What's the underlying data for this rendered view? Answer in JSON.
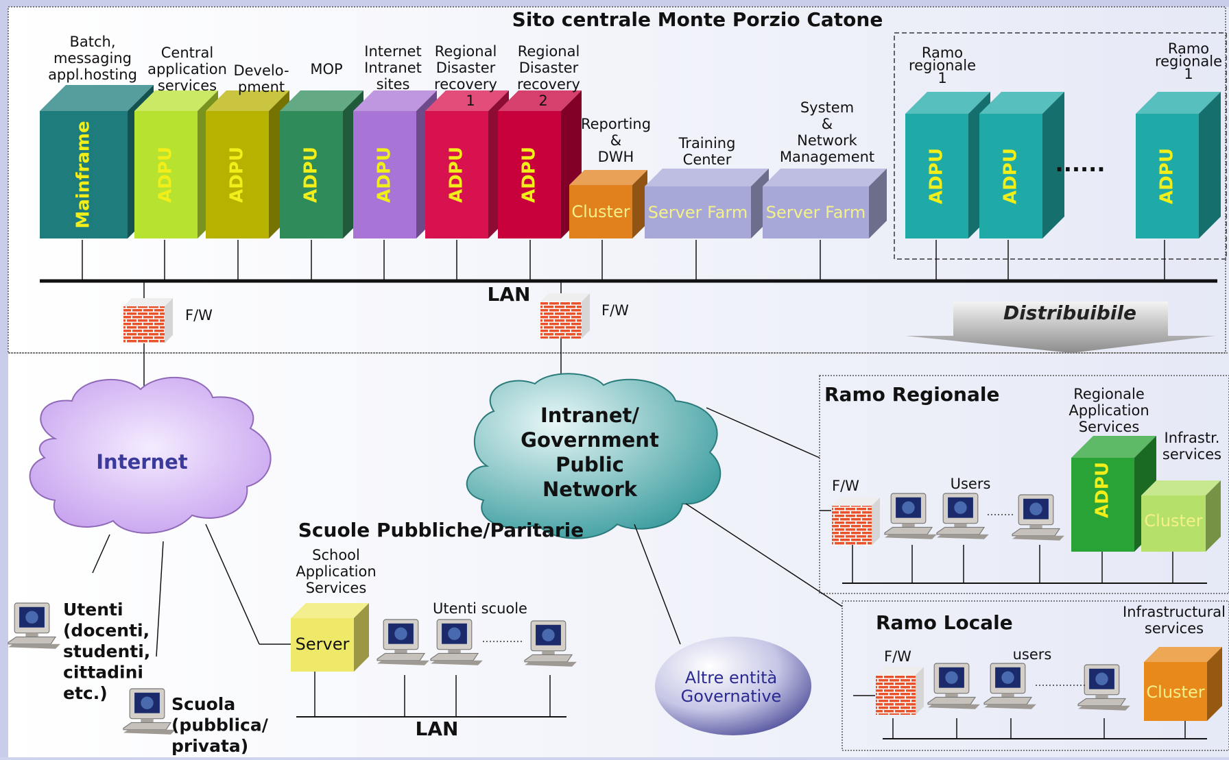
{
  "title": "Sito centrale Monte Porzio Catone",
  "central_units": [
    {
      "caption": "Batch,\nmessaging\nappl.hosting",
      "label": "Mainframe",
      "color": "#1e7c7c"
    },
    {
      "caption": "Central\napplication\nservices",
      "label": "ADPU",
      "color": "#b8e230"
    },
    {
      "caption": "Develo-\npment",
      "label": "ADPU",
      "color": "#b7b100"
    },
    {
      "caption": "MOP",
      "label": "ADPU",
      "color": "#2f8c5a"
    },
    {
      "caption": "Internet\nIntranet\nsites",
      "label": "ADPU",
      "color": "#a874d6"
    },
    {
      "caption": "Regional\nDisaster\nrecovery",
      "number": "1",
      "label": "ADPU",
      "color": "#d8124e"
    },
    {
      "caption": "Regional\nDisaster\nrecovery",
      "number": "2",
      "label": "ADPU",
      "color": "#c8003c"
    },
    {
      "caption": "Reporting\n&\nDWH",
      "label": "Cluster",
      "color": "#e0811e"
    },
    {
      "caption": "Training\nCenter",
      "label": "Server Farm",
      "color": "#a8a8d8"
    },
    {
      "caption": "System\n&\nNetwork\nManagement",
      "label": "Server Farm",
      "color": "#a8a8d8"
    }
  ],
  "regional_units": {
    "caption_left": "Ramo\n\nregionale\n1",
    "caption_right": "Ramo\n\nregionale\n1",
    "label": "ADPU",
    "ellipsis": "......",
    "color": "#1faaa8"
  },
  "lan_label": "LAN",
  "fw_label": "F/W",
  "distribuibile": "Distribuibile",
  "internet_cloud": "Internet",
  "intranet_cloud": "Intranet/\nGovernment\nPublic\nNetwork",
  "schools_title": "Scuole Pubbliche/Paritarie",
  "school_services": "School\nApplication\nServices",
  "school_server": "Server",
  "school_users": "Utenti scuole",
  "school_lan": "LAN",
  "utenti": "Utenti\n(docenti,\nstudenti,\ncittadini\netc.)",
  "scuola": "Scuola\n(pubblica/\nprivata)",
  "altre": "Altre entità\nGovernative",
  "ramo_regionale": {
    "title": "Ramo Regionale",
    "services": "Regionale\nApplication\nServices",
    "infra": "Infrastr.\nservices",
    "users": "Users",
    "fw": "F/W",
    "adpu": "ADPU",
    "cluster": "Cluster"
  },
  "ramo_locale": {
    "title": "Ramo Locale",
    "infra": "Infrastructural\nservices",
    "users": "users",
    "fw": "F/W",
    "cluster": "Cluster"
  }
}
